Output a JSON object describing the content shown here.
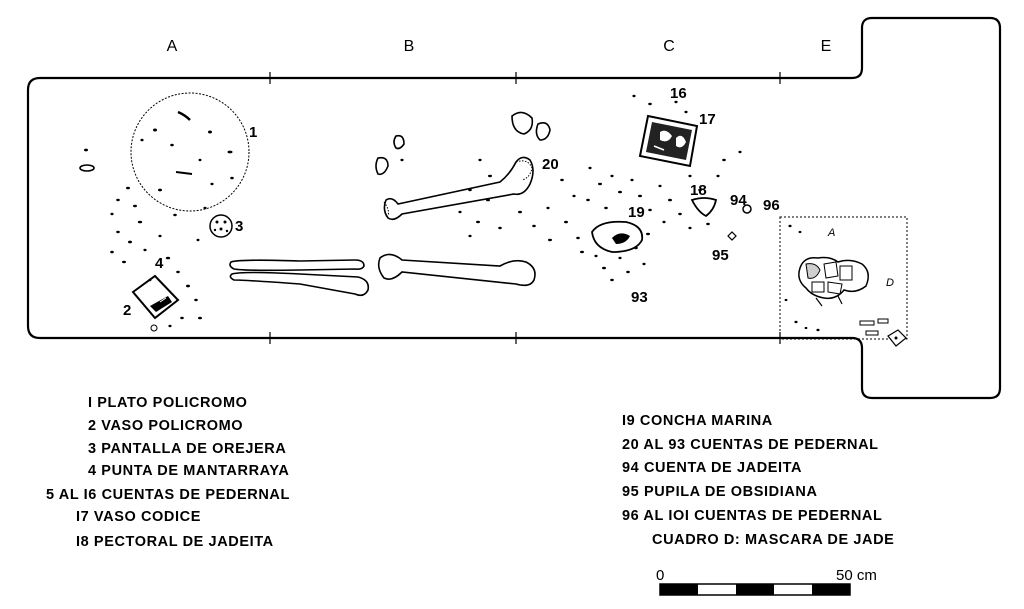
{
  "columns": [
    "A",
    "B",
    "C",
    "E"
  ],
  "item_labels": {
    "n1": "1",
    "n2": "2",
    "n3": "3",
    "n4": "4",
    "n16": "16",
    "n17": "17",
    "n18": "18",
    "n19": "19",
    "n20": "20",
    "n93": "93",
    "n94": "94",
    "n95": "95",
    "n96": "96"
  },
  "quadrant_labels": {
    "a": "A",
    "d": "D"
  },
  "legend_left": [
    "I PLATO POLICROMO",
    "2 VASO POLICROMO",
    "3 PANTALLA DE OREJERA",
    "4 PUNTA DE MANTARRAYA",
    "5 AL I6 CUENTAS DE PEDERNAL",
    "I7 VASO CODICE",
    "I8 PECTORAL DE JADEITA"
  ],
  "legend_right": [
    "I9 CONCHA MARINA",
    "20 AL 93 CUENTAS DE PEDERNAL",
    "94 CUENTA DE JADEITA",
    "95 PUPILA DE OBSIDIANA",
    "96 AL IOI CUENTAS DE PEDERNAL",
    "CUADRO D: MASCARA DE JADE"
  ],
  "scale_bar": {
    "start_label": "0",
    "end_label": "50 cm",
    "segments": 5
  }
}
